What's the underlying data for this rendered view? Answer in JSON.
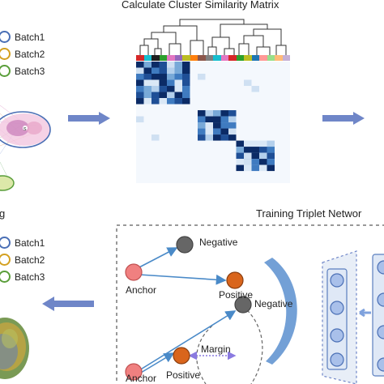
{
  "top": {
    "title": "Calculate Cluster Similarity Matrix",
    "legend": [
      {
        "label": "Batch1",
        "color": "#4a6fb5"
      },
      {
        "label": "Batch2",
        "color": "#d4a020"
      },
      {
        "label": "Batch3",
        "color": "#5a9e3a"
      }
    ]
  },
  "bottom": {
    "left_title": "g",
    "right_title": "Training Triplet Networ",
    "legend": [
      {
        "label": "Batch1",
        "color": "#4a6fb5"
      },
      {
        "label": "Batch2",
        "color": "#d4a020"
      },
      {
        "label": "Batch3",
        "color": "#5a9e3a"
      }
    ],
    "triplet": {
      "anchor_label": "Anchor",
      "positive_label": "Positive",
      "negative_label": "Negative",
      "margin_label": "Margin"
    }
  },
  "colors": {
    "arrow": "#6f86c8",
    "anchor": "#f08080",
    "positive": "#d9651c",
    "negative": "#666666",
    "matrix_dark": "#0b2b66",
    "matrix_light": "#eaf1fa"
  },
  "matrix": {
    "cluster_colors": [
      "#d62728",
      "#17becf",
      "#1f1f1f",
      "#2ca02c",
      "#e377c2",
      "#9467bd",
      "#bcbd22",
      "#ff7f0e",
      "#8c564b",
      "#7f7f7f",
      "#17becf",
      "#e377c2",
      "#d62728",
      "#2ca02c",
      "#bcbd22",
      "#1f77b4",
      "#ff9896",
      "#98df8a",
      "#ffbb78",
      "#c5b0d5"
    ]
  }
}
